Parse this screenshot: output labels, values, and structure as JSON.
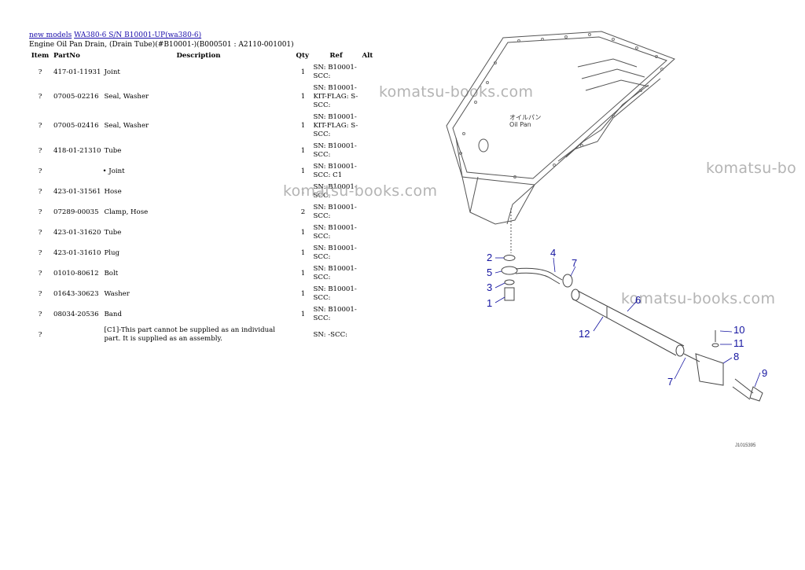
{
  "breadcrumb": {
    "link1": "new models",
    "link2": "WA380-6 S/N B10001-UP(wa380-6)"
  },
  "subtitle": "Engine Oil Pan Drain, (Drain Tube)(#B10001-)(B000501 : A2110-001001)",
  "table": {
    "headers": {
      "item": "Item",
      "partno": "PartNo",
      "description": "Description",
      "qty": "Qty",
      "ref": "Ref",
      "alt": "Alt"
    },
    "rows": [
      {
        "item": "?",
        "partno": "417-01-11931",
        "description": "Joint",
        "qty": "1",
        "ref": "SN: B10001-SCC:"
      },
      {
        "item": "?",
        "partno": "07005-02216",
        "description": "Seal, Washer",
        "qty": "1",
        "ref": "SN: B10001-KIT-FLAG: S-SCC:"
      },
      {
        "item": "?",
        "partno": "07005-02416",
        "description": "Seal, Washer",
        "qty": "1",
        "ref": "SN: B10001-KIT-FLAG: S-SCC:"
      },
      {
        "item": "?",
        "partno": "418-01-21310",
        "description": "Tube",
        "qty": "1",
        "ref": "SN: B10001-SCC:"
      },
      {
        "item": "?",
        "partno": "",
        "description": "• Joint",
        "qty": "1",
        "ref": "SN: B10001-SCC: C1"
      },
      {
        "item": "?",
        "partno": "423-01-31561",
        "description": "Hose",
        "qty": "1",
        "ref": "SN: B10001-SCC:"
      },
      {
        "item": "?",
        "partno": "07289-00035",
        "description": "Clamp, Hose",
        "qty": "2",
        "ref": "SN: B10001-SCC:"
      },
      {
        "item": "?",
        "partno": "423-01-31620",
        "description": "Tube",
        "qty": "1",
        "ref": "SN: B10001-SCC:"
      },
      {
        "item": "?",
        "partno": "423-01-31610",
        "description": "Plug",
        "qty": "1",
        "ref": "SN: B10001-SCC:"
      },
      {
        "item": "?",
        "partno": "01010-80612",
        "description": "Bolt",
        "qty": "1",
        "ref": "SN: B10001-SCC:"
      },
      {
        "item": "?",
        "partno": "01643-30623",
        "description": "Washer",
        "qty": "1",
        "ref": "SN: B10001-SCC:"
      },
      {
        "item": "?",
        "partno": "08034-20536",
        "description": "Band",
        "qty": "1",
        "ref": "SN: B10001-SCC:"
      },
      {
        "item": "?",
        "partno": "",
        "description": "[C1]-This part cannot be supplied as an individual part. It is supplied as an assembly.",
        "qty": "",
        "ref": "SN: -SCC:"
      }
    ]
  },
  "watermarks": [
    "komatsu-books.com",
    "komatsu-books.com",
    "komatsu-bo",
    "komatsu-books.com"
  ],
  "drawing": {
    "callouts": [
      "1",
      "2",
      "3",
      "4",
      "5",
      "6",
      "7",
      "7",
      "8",
      "9",
      "10",
      "11",
      "12"
    ],
    "label_jp": "オイルパン",
    "label_en": "Oil Pan",
    "figure_ref": "J1015395"
  }
}
